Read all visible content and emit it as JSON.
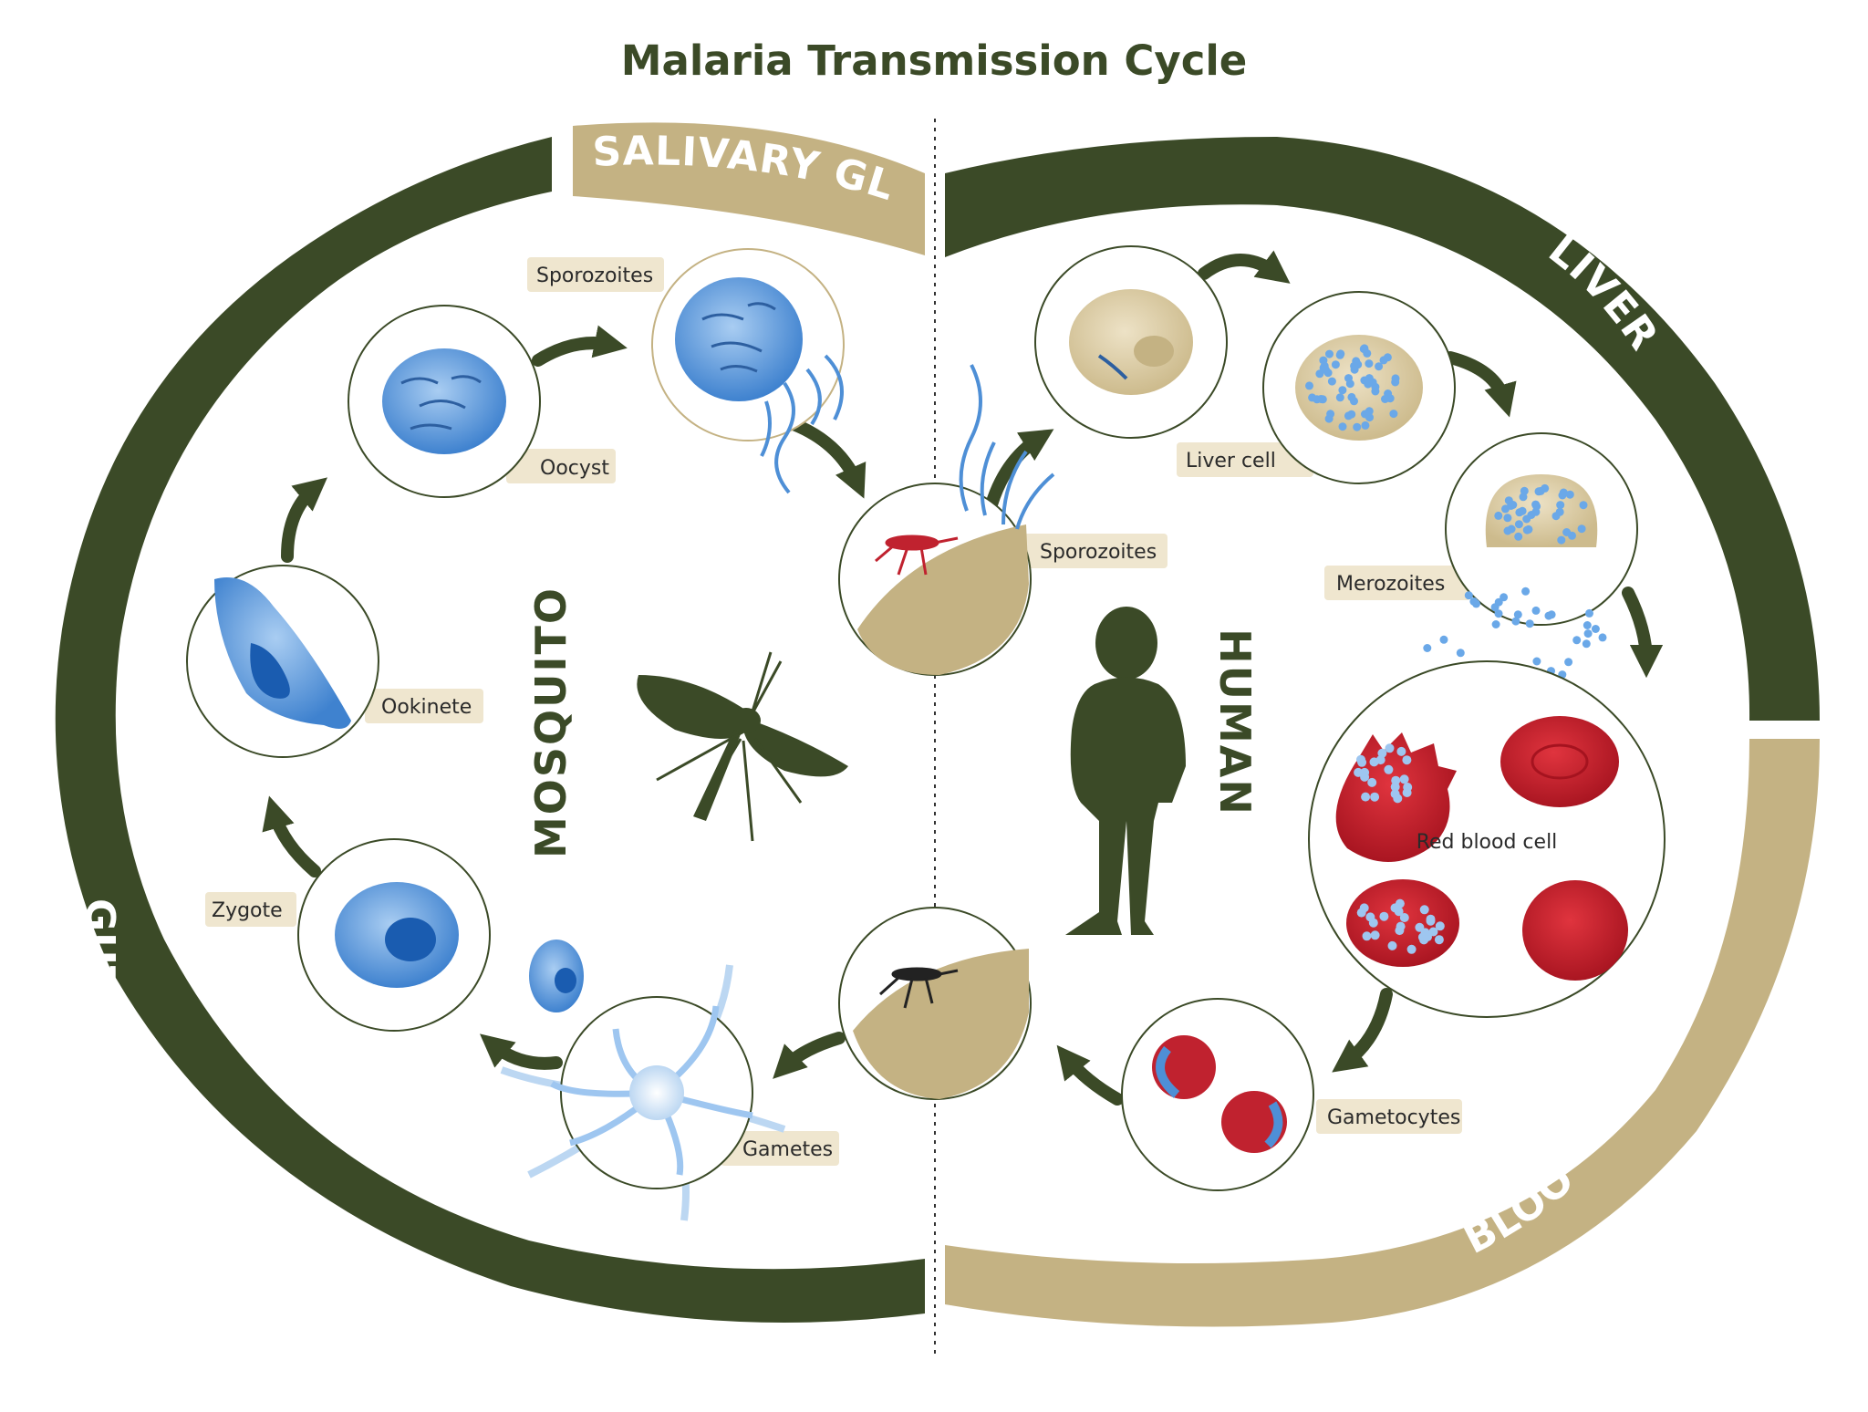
{
  "title": "Malaria Transmission Cycle",
  "regions": {
    "mosquito": "MOSQUITO",
    "human": "HUMAN"
  },
  "arcs": {
    "salivary_gland": "SALIVARY GLAND",
    "liver": "LIVER",
    "gut": "GUT",
    "blood": "BLOOD"
  },
  "labels": {
    "sporozoites_gland": "Sporozoites",
    "oocyst": "Oocyst",
    "ookinete": "Ookinete",
    "zygote": "Zygote",
    "gametes": "Gametes",
    "sporozoites_bite": "Sporozoites",
    "liver_cell": "Liver cell",
    "merozoites": "Merozoites",
    "red_blood_cell": "Red blood cell",
    "gametocytes": "Gametocytes"
  },
  "colors": {
    "dark_olive": "#3b4a27",
    "tan": "#c4b283",
    "blue": "#4e8fd6",
    "red": "#c0222f"
  }
}
